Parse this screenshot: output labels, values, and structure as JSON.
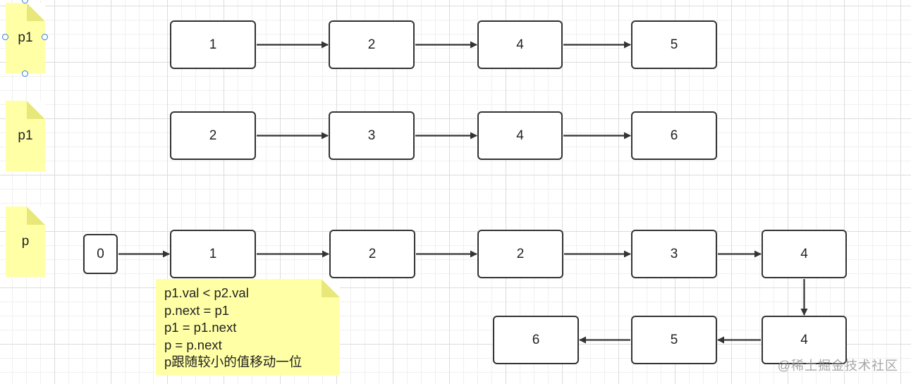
{
  "side_labels": [
    "p1",
    "p1",
    "p"
  ],
  "rows": {
    "row1": [
      "1",
      "2",
      "4",
      "5"
    ],
    "row2": [
      "2",
      "3",
      "4",
      "6"
    ],
    "row3": [
      "0",
      "1",
      "2",
      "2",
      "3",
      "4"
    ],
    "row4": [
      "6",
      "5",
      "4"
    ]
  },
  "note": {
    "lines": [
      "p1.val < p2.val",
      "p.next = p1",
      "p1 = p1.next",
      "p = p.next",
      "p跟随较小的值移动一位"
    ]
  },
  "watermark": "@稀土掘金技术社区",
  "colors": {
    "node_border": "#333333",
    "edge": "#333333",
    "note_fill": "#ffffa6",
    "selection_handle": "#2f7ae5"
  }
}
